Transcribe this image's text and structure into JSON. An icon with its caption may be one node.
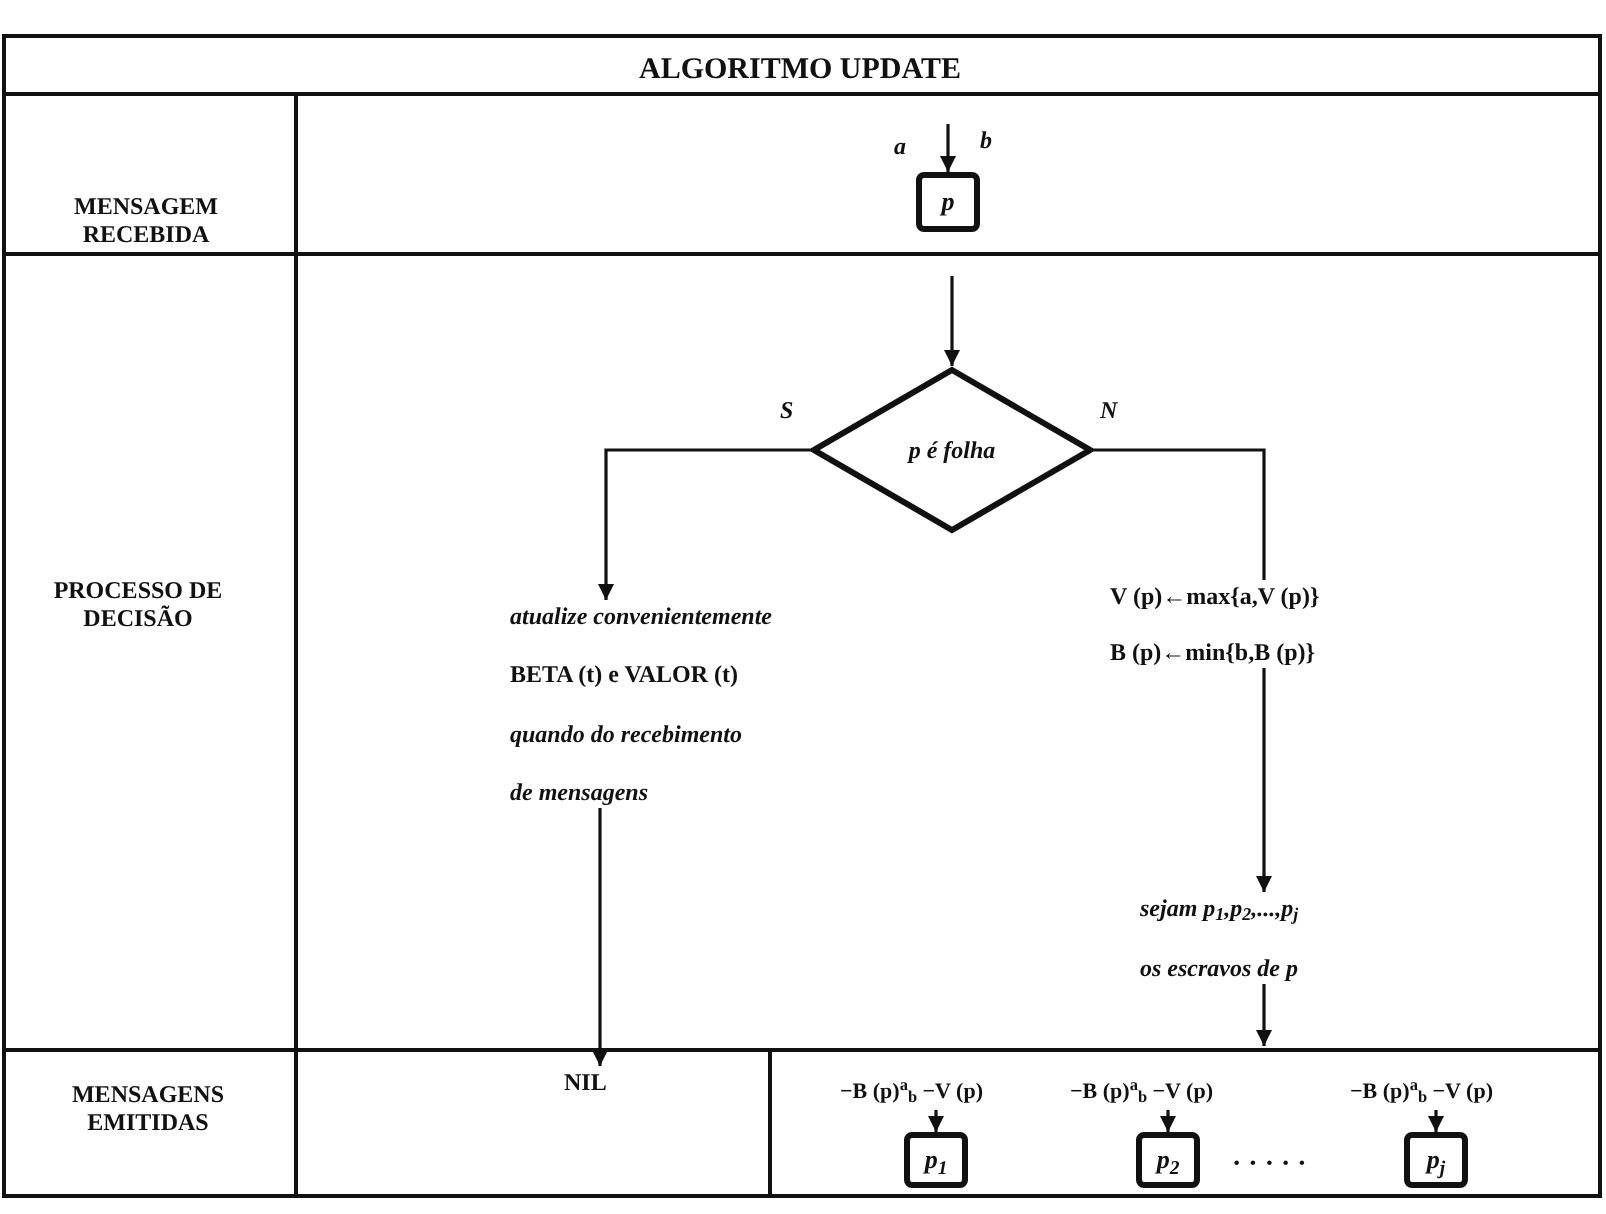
{
  "diagram": {
    "title": "ALGORITMO UPDATE",
    "nodes": [
      {
        "text": [
          "p"
        ]
      },
      {
        "text": [
          "p é folha"
        ]
      },
      {
        "text": [
          "atualize convenientemente",
          "BETA (t) e VALOR (t)",
          "quando do recebimento",
          "de mensagens"
        ]
      },
      {
        "text": [
          "V (p)←max{a,V (p)}",
          "B (p)←min{b,B (p)}"
        ]
      },
      {
        "text": [
          "sejam p$_{1}$,p$_{2}$,...,p$_{j}$",
          "os escravos de p"
        ]
      },
      {
        "text": [
          "NIL"
        ]
      },
      {
        "text": [
          "p$_{1}$"
        ]
      },
      {
        "text": [
          "p$_{2}$"
        ]
      },
      {
        "text": [
          "p$_{j}$"
        ]
      }
    ],
    "edges": [
      {
        "from": null,
        "to": 0,
        "arrow": "to"
      },
      {
        "from": null,
        "to": 1,
        "arrow": "to"
      },
      {
        "from": 1,
        "to": 2,
        "arrow": "to",
        "label": "S"
      },
      {
        "from": 1,
        "to": 3,
        "arrow": "none",
        "label": "N"
      },
      {
        "from": 3,
        "to": 4,
        "arrow": "to"
      },
      {
        "from": 2,
        "to": 5,
        "arrow": "to"
      },
      {
        "from": 4,
        "to": null,
        "arrow": "to"
      },
      {
        "from": null,
        "to": 6,
        "arrow": "to",
        "label": "−B (p)$^{a}$$_{b}$ −V (p)"
      },
      {
        "from": null,
        "to": 7,
        "arrow": "to",
        "label": "−B (p)$^{a}$$_{b}$ −V (p)"
      },
      {
        "from": null,
        "to": 8,
        "arrow": "to",
        "label": "−B (p)$^{a}$$_{b}$ −V (p)"
      }
    ],
    "labels": [
      "MENSAGEM RECEBIDA",
      "a",
      "b",
      "PROCESSO DE DECISÃO",
      "MENSAGENS EMITIDAS",
      "· · · · ·"
    ]
  }
}
